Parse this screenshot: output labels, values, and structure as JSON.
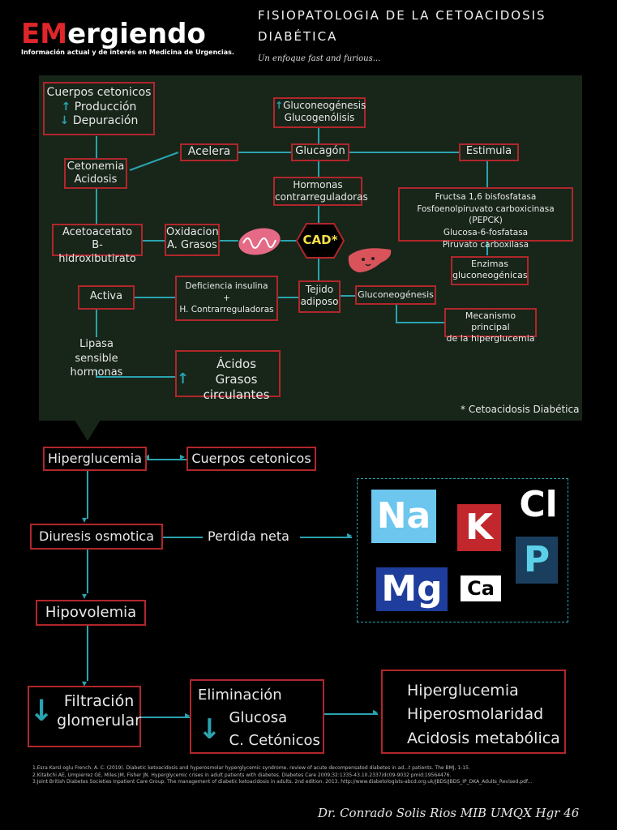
{
  "header": {
    "logo_em": "EM",
    "logo_rest": "ergiendo",
    "logo_tagline": "Información actual y de interés en Medicina de Urgencias.",
    "title_line1": "FISIOPATOLOGIA DE LA CETOACIDOSIS",
    "title_line2": "DIABÉTICA",
    "subtitle": "Un enfoque fast and furious..."
  },
  "panel": {
    "cuerpos_title": "Cuerpos cetonicos",
    "produccion": "Producción",
    "depuracion": "Depuración",
    "cetonemia": "Cetonemia",
    "acidosis": "Acidosis",
    "acelera": "Acelera",
    "gluconeogenesis_top": "Gluconeogénesis",
    "glucogenolisis": "Glucogenólisis",
    "glucagon": "Glucagón",
    "estimula": "Estimula",
    "hormonas": "Hormonas",
    "contrarreguladoras": "contrarreguladoras",
    "enzymes_list": [
      "Fructsa 1,6 bisfosfatasa",
      "Fosfoenolpiruvato carboxicinasa (PEPCK)",
      "Glucosa-6-fosfatasa",
      "Piruvato carboxilasa"
    ],
    "acetoacetato": "Acetoacetato",
    "bhb": "B-hidroxibutirato",
    "oxidacion": "Oxidacion",
    "a_grasos": "A. Grasos",
    "cad": "CAD*",
    "enzimas": "Enzimas",
    "gluconeogenicas": "gluconeogénicas",
    "activa": "Activa",
    "deficiencia": "Deficiencia insulina",
    "plus": "+",
    "h_contra": "H. Contrarreguladoras",
    "tejido": "Tejido",
    "adiposo": "adiposo",
    "gluconeogenesis_mid": "Gluconeogénesis",
    "mecanismo1": "Mecanismo principal",
    "mecanismo2": "de la hiperglucemia",
    "lipasa1": "Lipasa",
    "lipasa2": "sensible hormonas",
    "acidos1": "Ácidos Grasos",
    "acidos2": "circulantes",
    "footnote": "* Cetoacidosis Diabética"
  },
  "flow": {
    "hiperglucemia": "Hiperglucemia",
    "cuerpos": "Cuerpos cetonicos",
    "diuresis": "Diuresis osmotica",
    "perdida": "Perdida neta",
    "hipovolemia": "Hipovolemia",
    "filtracion1": "Filtración",
    "filtracion2": "glomerular",
    "eliminacion": "Eliminación",
    "glucosa": "Glucosa",
    "cetonicos": "C. Cetónicos",
    "result1": "Hiperglucemia",
    "result2": "Hiperosmolaridad",
    "result3": "Acidosis metabólica"
  },
  "electrolytes": {
    "na": "Na",
    "k": "K",
    "cl": "Cl",
    "p": "P",
    "mg": "Mg",
    "ca": "Ca"
  },
  "references": [
    "1.Esra Karsl oglu French, A. C. (2019). Diabetic ketoacidosis and hyperosmolar hyperglycemic syndrome. review of acute decompensated diabetes in ad...t patients. The BMJ, 1-15.",
    "2.Kitabchi AE, Umpierrez GE, Miles JM, Fisher JN. Hyperglycemic crises in adult patients with diabetes. Diabetes Care 2009;32:1335-43.10.2337/dc09-9032 pmid:19564476.",
    "3.Joint British Diabetes Societies Inpatient Care Group. The management of diabetic ketoacidosis in adults. 2nd edition. 2013. http://www.diabetologists-abcd.org.uk/JBDS/JBDS_IP_DKA_Adults_Revised.pdf..."
  ],
  "author": "Dr. Conrado Solis Rios MIB UMQX Hgr 46",
  "colors": {
    "accent": "#b0262b",
    "connector": "#2aa3b0",
    "panel": "#182519"
  }
}
